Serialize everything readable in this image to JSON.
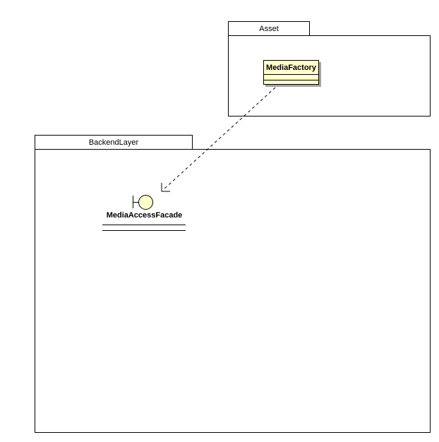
{
  "diagram": {
    "type": "uml-package-diagram",
    "packages": {
      "asset": {
        "label": "Asset"
      },
      "backend_layer": {
        "label": "BackendLayer"
      }
    },
    "class_mediafactory": {
      "label": "MediaFactory",
      "compartments": [
        "attributes-empty",
        "operations-empty"
      ]
    },
    "interface_mediaaccessfacade": {
      "label": "MediaAccessFacade",
      "notation": "lollipop-circle-with-socket"
    },
    "connector": {
      "from": "MediaFactory",
      "to": "MediaAccessFacade",
      "line_style": "dashed",
      "arrowhead": "open"
    },
    "colors": {
      "background": "#ffffff",
      "line": "#000000",
      "text": "#000000",
      "node_fill": "#ffffcc",
      "shadow": "#a4a4a4"
    }
  }
}
